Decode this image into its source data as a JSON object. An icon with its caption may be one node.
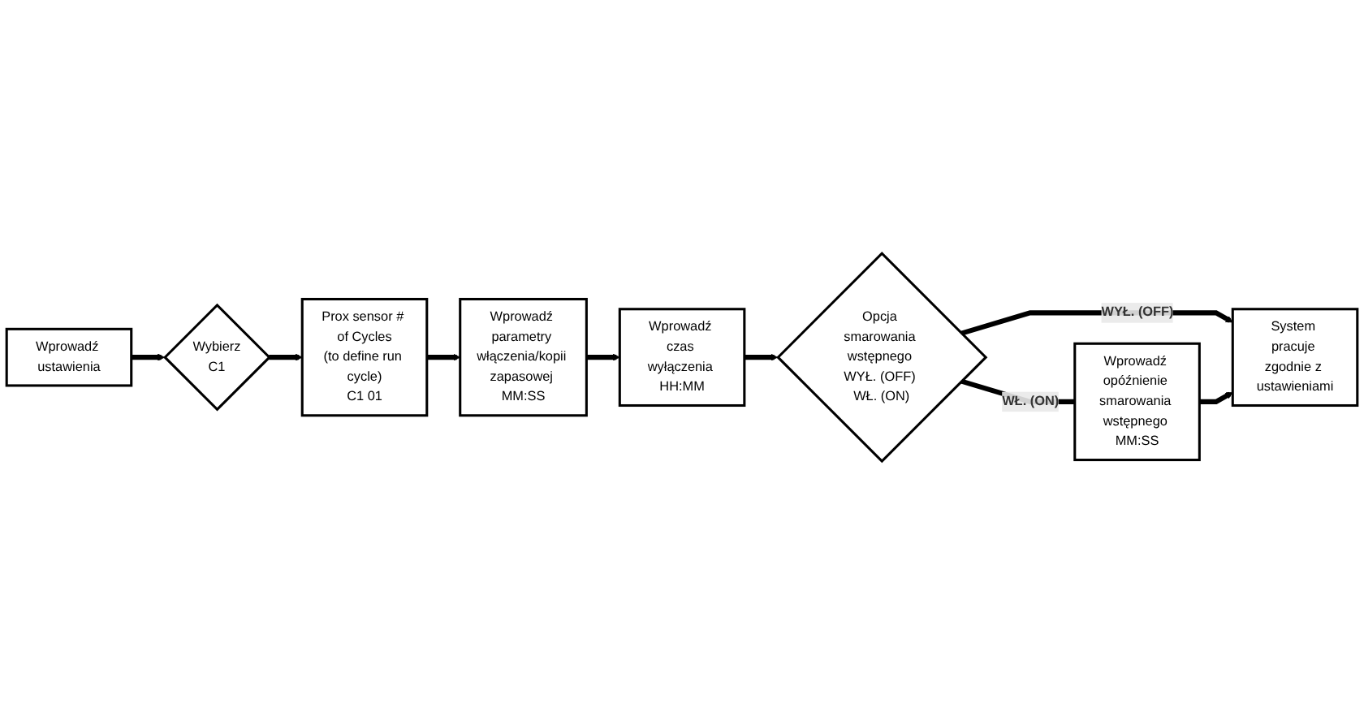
{
  "diagram": {
    "nodes": [
      {
        "text": [
          "Wprowadź ustawienia"
        ]
      },
      {
        "text": [
          "Wybierz",
          "C1"
        ]
      },
      {
        "text": [
          "Prox sensor # of Cycles",
          "(to define run cycle)",
          "C1 01"
        ]
      },
      {
        "text": [
          "Wprowadź parametry włączenia/kopii zapasowej MM:SS"
        ]
      },
      {
        "text": [
          "Wprowadź czas wyłączenia HH:MM"
        ]
      },
      {
        "text": [
          "Opcja smarowania wstępnego WYŁ. (OFF) WŁ. (ON)"
        ]
      },
      {
        "text": [
          "System pracuje zgodnie z ustawieniami"
        ]
      },
      {
        "text": [
          "Wprowadź opóźnienie smarowania wstępnego MM:SS"
        ]
      }
    ],
    "edges": [
      {
        "from": 0,
        "to": 1,
        "arrow": "to"
      },
      {
        "from": 1,
        "to": 2,
        "arrow": "to"
      },
      {
        "from": 2,
        "to": 3,
        "arrow": "to"
      },
      {
        "from": 3,
        "to": 4,
        "arrow": "to"
      },
      {
        "from": 4,
        "to": 5,
        "arrow": "to"
      },
      {
        "from": 5,
        "to": 6,
        "label": "WYŁ. (OFF)",
        "arrow": "to"
      },
      {
        "from": 5,
        "to": 7,
        "label": "WŁ. (ON)",
        "arrow": "none"
      },
      {
        "from": 7,
        "to": 6,
        "arrow": "to"
      }
    ]
  }
}
